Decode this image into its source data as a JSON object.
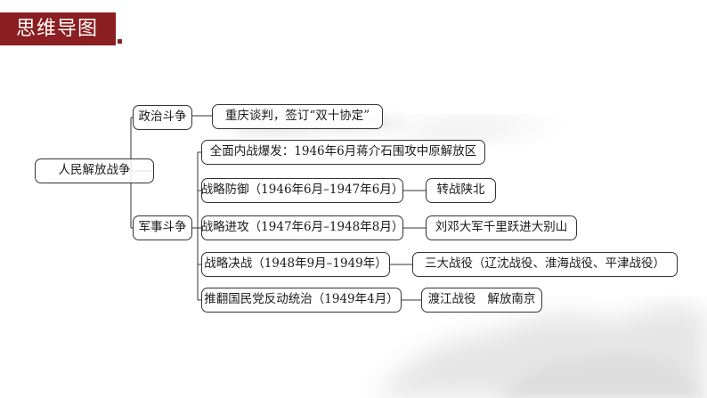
{
  "header": {
    "title": "思维导图"
  },
  "mindmap": {
    "root": "人民解放战争",
    "branches": [
      {
        "label": "政治斗争",
        "items": [
          {
            "label": "重庆谈判，签订“双十协定”"
          }
        ]
      },
      {
        "label": "军事斗争",
        "items": [
          {
            "label": "全面内战爆发：1946年6月蒋介石围攻中原解放区"
          },
          {
            "label": "战略防御（1946年6月–1947年6月）",
            "detail": "转战陕北"
          },
          {
            "label": "战略进攻（1947年6月–1948年8月）",
            "detail": "刘邓大军千里跃进大别山"
          },
          {
            "label": "战略决战（1948年9月–1949年）",
            "detail": "三大战役（辽沈战役、淮海战役、平津战役）"
          },
          {
            "label": "推翻国民党反动统治（1949年4月）",
            "detail": "渡江战役   解放南京"
          }
        ]
      }
    ]
  }
}
